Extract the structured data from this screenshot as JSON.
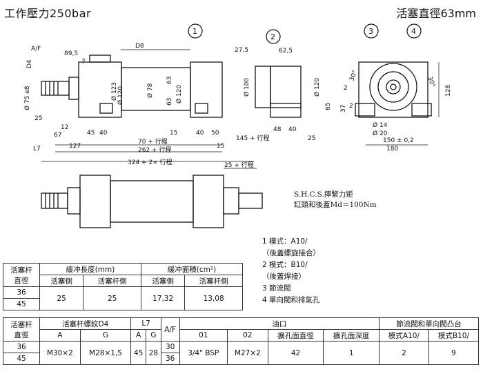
{
  "header": {
    "pressure": "工作壓力250bar",
    "bore": "活塞直徑63mm"
  },
  "callouts": [
    "1",
    "2",
    "3",
    "4"
  ],
  "dims": {
    "af": "A/F",
    "d4": "D4",
    "d8": "D8",
    "d89_5": "89,5",
    "d7": "7",
    "d27_5": "27,5",
    "d62_5": "62,5",
    "phi75": "Ø 75 e8",
    "phi123": "Ø 123",
    "phi120a": "Ø 120",
    "phi78": "Ø 78",
    "d63a": "63",
    "phi120b": "Ø 120",
    "d63b": "63",
    "phi100": "Ø 100",
    "phi120c": "Ø 120",
    "d2": "2",
    "d65": "65",
    "d37": "37",
    "d2b": "2",
    "d25a": "25",
    "d12": "12",
    "d67": "67",
    "d45a": "45",
    "d40a": "40",
    "d15a": "15",
    "d40b": "40",
    "d50": "50",
    "d127": "127",
    "d70": "70 + 行程",
    "d15b": "15",
    "d262": "262 + 行程",
    "d324": "324 + 2× 行程",
    "d145": "145 + 行程",
    "d48": "48",
    "d40c": "40",
    "d25b": "25",
    "l7": "L7",
    "d25c": "25 + 行程",
    "d30a": "30°",
    "d30b": "30°",
    "d128": "128",
    "phi14": "Ø 14",
    "phi20": "Ø 20",
    "d150": "150 ± 0,2",
    "d180": "180"
  },
  "note": {
    "line1": "S.H.C.S.擰緊力矩",
    "line2": "缸頭和後蓋Md＝100Nm"
  },
  "legend": [
    "1  模式：A10/",
    "（後蓋螺旋接合）",
    "2  模式：B10/",
    "（後蓋焊接）",
    "3  節流閥",
    "4  單向閥和排氣孔"
  ],
  "table1": {
    "rodHead": "活塞杆\n直徑",
    "cushionLen": "緩冲長度(mm)",
    "cushionArea": "緩冲面積(cm²)",
    "pistonSide": "活塞側",
    "rodSide": "活塞杆側",
    "pistonSide2": "活塞側",
    "rodSide2": "活塞杆側",
    "rod1": "36",
    "rod2": "45",
    "len1": "25",
    "len2": "25",
    "area1": "17,32",
    "area2": "13,08"
  },
  "table2": {
    "rodHead": "活塞杆\n直徑",
    "thread": "活塞杆螺紋D4",
    "l7": "L7",
    "af": "A/F",
    "port": "油口",
    "valve": "節流閥和單向閥凸台",
    "a1": "A",
    "g1": "G",
    "a2": "A",
    "g2": "G",
    "p01": "01",
    "p02": "02",
    "spotDia": "擴孔面直徑",
    "spotDepth": "擴孔面深度",
    "modeA": "模式A10/",
    "modeB": "模式B10/",
    "rod1": "36",
    "rod2": "45",
    "tA": "M30×2",
    "tG": "M28×1,5",
    "lA": "45",
    "lG": "28",
    "af1": "30",
    "af2": "36",
    "v01": "3/4\" BSP",
    "v02": "M27×2",
    "vDia": "42",
    "vDepth": "1",
    "vA": "2",
    "vB": "9"
  }
}
